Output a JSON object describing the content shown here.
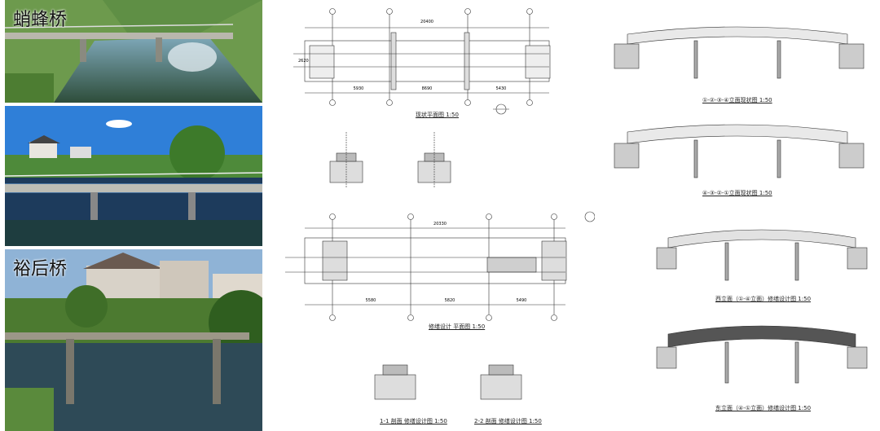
{
  "photos": [
    {
      "label": "蛸蜂桥"
    },
    {
      "label": ""
    },
    {
      "label": "裕后桥"
    }
  ],
  "drawings": {
    "plan_current": "现状平面图 1:50",
    "plan_repair": "修缮设计 平面图 1:50",
    "elev_current_a": "①-②-③-④立面现状图 1:50",
    "elev_current_b": "④-③-②-①立面现状图 1:50",
    "elev_repair_a": "西立面（①-④立面）修缮设计图 1:50",
    "elev_repair_b": "东立面（④-①立面）修缮设计图 1:50",
    "sec1_repair": "1-1 剖面 修缮设计图 1:50",
    "sec2_repair": "2-2 剖面 修缮设计图 1:50",
    "dims_top": "20400",
    "dims_repair": "20330",
    "span_mid": "8690",
    "span_left": "5930",
    "span_right": "5430",
    "span_mid_r": "5820",
    "span_left_r": "5580",
    "span_right_r": "5490",
    "width": "2620"
  }
}
